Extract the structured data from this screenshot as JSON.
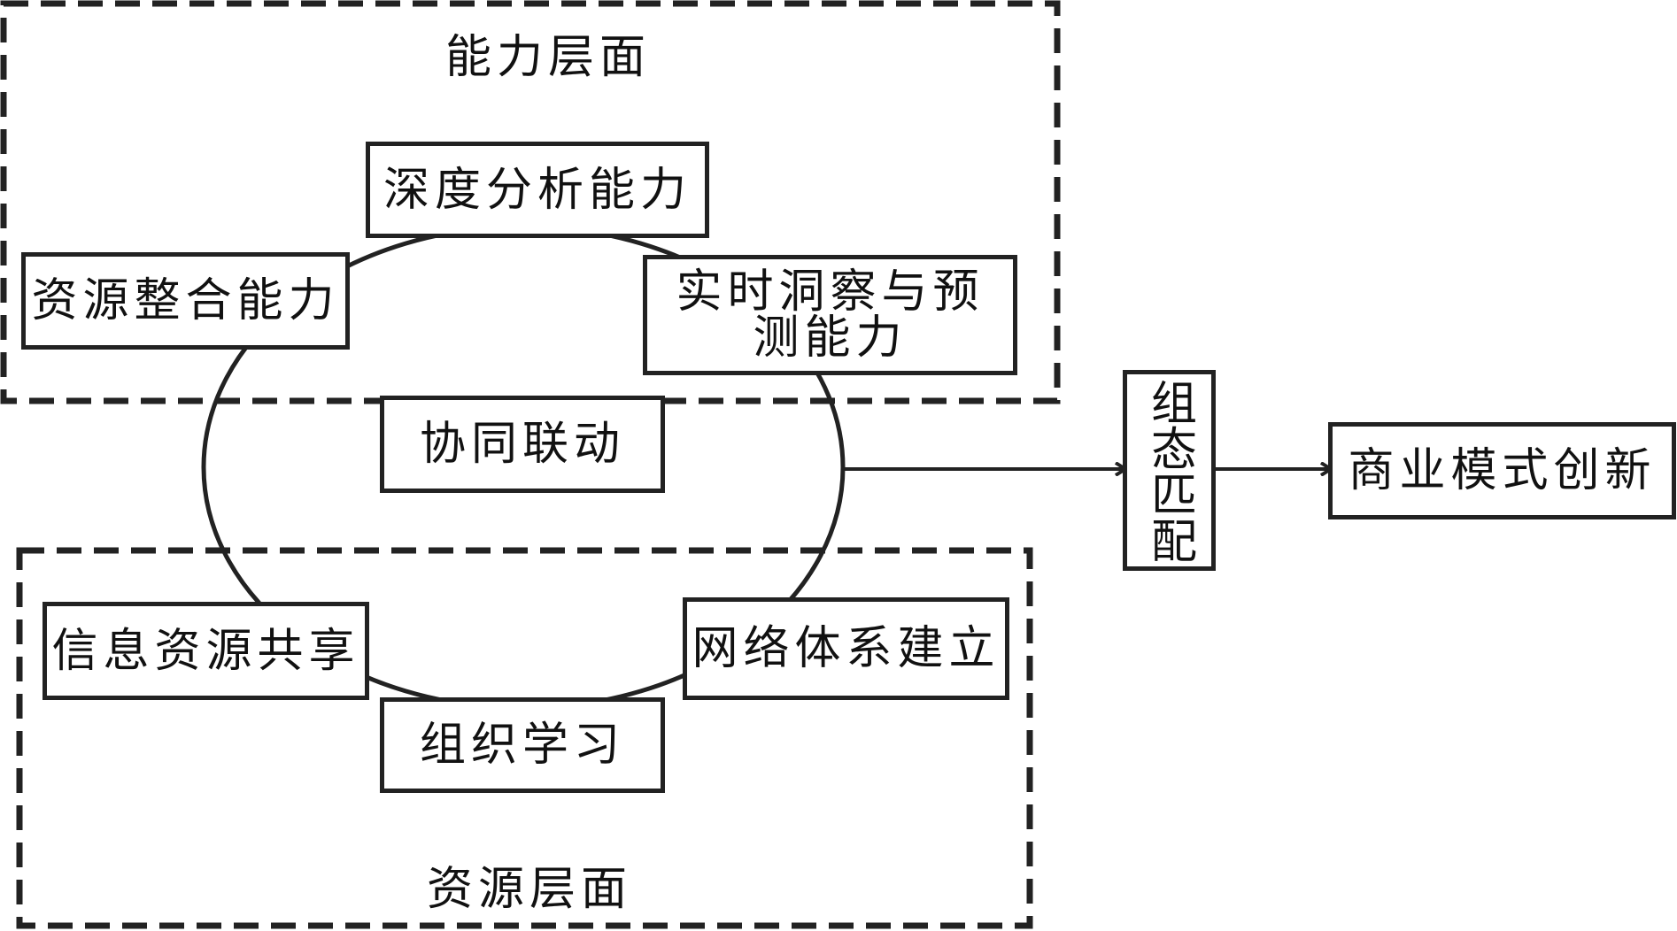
{
  "regions": {
    "capability": "能力层面",
    "resource": "资源层面"
  },
  "nodes": {
    "deep_analysis": "深度分析能力",
    "resource_integration": "资源整合能力",
    "realtime_insight": "实时洞察与预测能力",
    "collaboration": "协同联动",
    "info_sharing": "信息资源共享",
    "network_building": "网络体系建立",
    "org_learning": "组织学习",
    "config_matching": "组态匹配",
    "business_model_innovation": "商业模式创新"
  }
}
